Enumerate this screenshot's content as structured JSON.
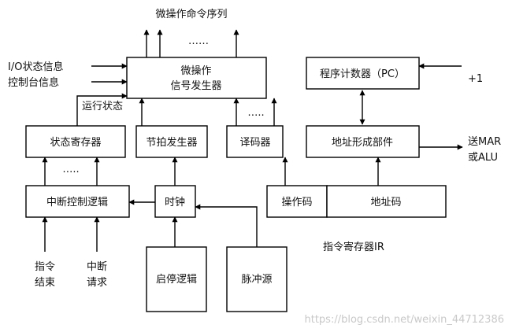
{
  "title": "微操作命令序列",
  "dots": "……",
  "dots_short": "…..",
  "boxes": {
    "micro_gen_line1": "微操作",
    "micro_gen_line2": "信号发生器",
    "pc": "程序计数器（PC）",
    "addr_form": "地址形成部件",
    "status_reg": "状态寄存器",
    "beat_gen": "节拍发生器",
    "decoder": "译码器",
    "int_ctrl": "中断控制逻辑",
    "clock": "时钟",
    "opcode": "操作码",
    "addr_code": "地址码",
    "start_stop": "启停逻辑",
    "pulse_src": "脉冲源"
  },
  "labels": {
    "io_status": "I/O状态信息",
    "console_info": "控制台信息",
    "run_status": "运行状态",
    "plus_one": "+1",
    "to_mar": "送MAR",
    "or_alu": "或ALU",
    "ir": "指令寄存器IR",
    "instr_end_1": "指令",
    "instr_end_2": "结束",
    "int_req_1": "中断",
    "int_req_2": "请求"
  },
  "watermark": "https://blog.csdn.net/weixin_44712386"
}
